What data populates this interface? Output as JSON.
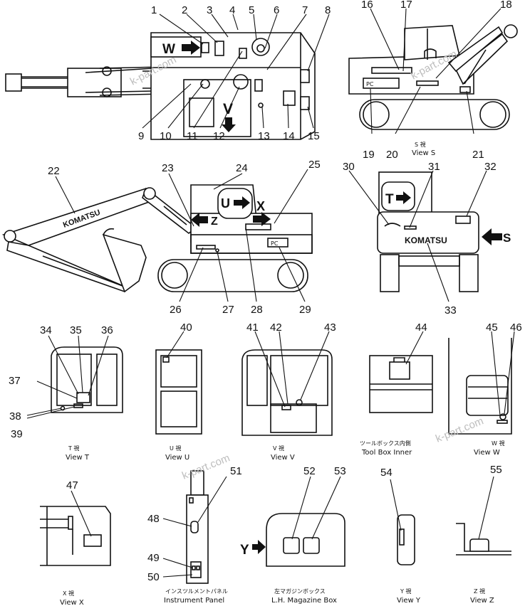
{
  "callouts": [
    "1",
    "2",
    "3",
    "4",
    "5",
    "6",
    "7",
    "8",
    "9",
    "10",
    "11",
    "12",
    "13",
    "14",
    "15",
    "16",
    "17",
    "18",
    "19",
    "20",
    "21",
    "22",
    "23",
    "24",
    "25",
    "26",
    "27",
    "28",
    "29",
    "30",
    "31",
    "32",
    "33",
    "34",
    "35",
    "36",
    "37",
    "38",
    "39",
    "40",
    "41",
    "42",
    "43",
    "44",
    "45",
    "46",
    "47",
    "48",
    "49",
    "50",
    "51",
    "52",
    "53",
    "54",
    "55"
  ],
  "view_letters": {
    "W": "W",
    "V": "V",
    "S": "S",
    "U": "U",
    "X": "X",
    "Z": "Z",
    "T": "T",
    "Y": "Y"
  },
  "brand": "KOMATSU",
  "pc_plate": "PC",
  "watermark": "k-part.com",
  "captions": {
    "view_s_jp": "S 視",
    "view_s": "View S",
    "view_t_jp": "T 視",
    "view_t": "View T",
    "view_u_jp": "U 視",
    "view_u": "View U",
    "view_v_jp": "V 視",
    "view_v": "View V",
    "tool_box_jp": "ツールボックス内側",
    "tool_box": "Tool Box Inner",
    "view_w_jp": "W 視",
    "view_w": "View W",
    "view_x_jp": "X 視",
    "view_x": "View X",
    "panel_jp": "インスツルメントパネル",
    "panel": "Instrument Panel",
    "magazine_jp": "左マガジンボックス",
    "magazine": "L.H. Magazine Box",
    "view_y_jp": "Y 視",
    "view_y": "View Y",
    "view_z_jp": "Z 視",
    "view_z": "View Z"
  }
}
